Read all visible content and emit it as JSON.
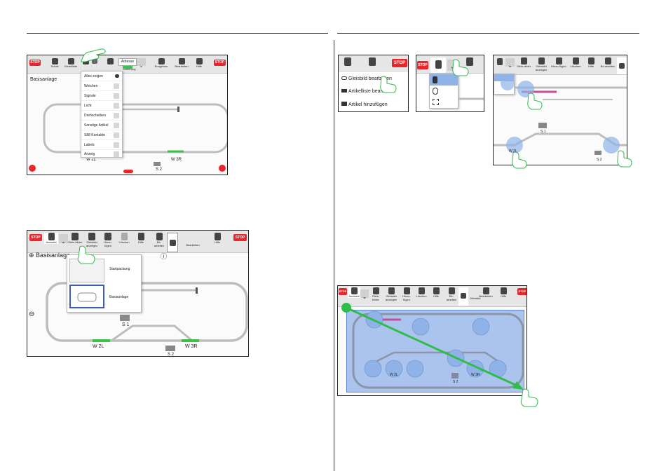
{
  "toolbar": {
    "stop": "STOP",
    "schalt": "Schalt",
    "gleisbilder": "Gleisbilder",
    "adresse": "Adresse",
    "sortierung": "Sortierung",
    "ereignisse": "Ereignisse",
    "bearbeiten": "Bearbeiten",
    "hilfe": "Hilfe",
    "auswahl": "Auswahl",
    "gleisbilder_split": "Gleis-bilder",
    "gleisbild_anzeigen": "Gleisbild anzeigen",
    "hinzufuegen": "Hinzu-fügen",
    "loeschen": "Löschen",
    "bearbeiten_split": "Be-arbeiten",
    "gleisbild_short": "Gleisbild"
  },
  "layout_name": "Basisanlage",
  "filter_menu": [
    "Alles zeigen",
    "Weichen",
    "Signale",
    "Licht",
    "Drehscheiben",
    "Sonstige Artikel",
    "S88 Kontakte",
    "Labels",
    "Anzeig"
  ],
  "picker": {
    "startpackung": "Startpackung",
    "basisanlage": "Basisanlage"
  },
  "edit_menu": [
    "Gleisbild bearbeiten",
    "Artikelliste bearbeiten",
    "Artikel hinzufügen"
  ],
  "track_labels": {
    "w2l": "W 2L",
    "w3r": "W 3R",
    "s2": "S 2",
    "s1": "S 1"
  },
  "colors": {
    "stop_red": "#e8272c",
    "track_grey": "#bdbdbd",
    "switch_green": "#3cc24b",
    "selection_blue": "#8fb2e8",
    "arrow_green": "#2fbd4a"
  }
}
